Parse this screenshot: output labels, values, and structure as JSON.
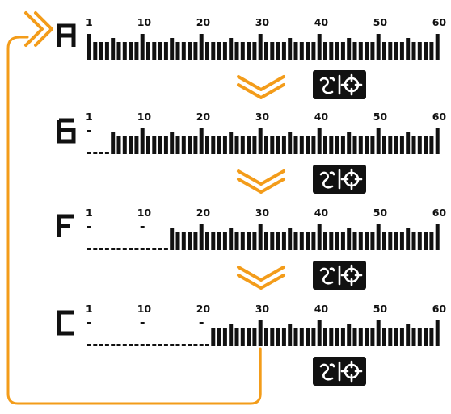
{
  "colors": {
    "accent": "#f39c1a",
    "segment": "#111111",
    "badge_background": "#111111",
    "badge_glyph": "#ffffff"
  },
  "tick_labels": [
    "1",
    "10",
    "20",
    "30",
    "40",
    "50",
    "60"
  ],
  "panels": [
    {
      "mode_letter": "A",
      "segments_shown_from": 1,
      "badge_icon": "dial-switch-icon"
    },
    {
      "mode_letter": "b",
      "segments_shown_from": 5,
      "badge_icon": "dial-switch-icon"
    },
    {
      "mode_letter": "F",
      "segments_shown_from": 15,
      "badge_icon": "dial-switch-icon"
    },
    {
      "mode_letter": "C",
      "segments_shown_from": 22,
      "badge_icon": "dial-switch-icon"
    }
  ],
  "icons": {
    "cycle_start": "double-chevron-right-icon",
    "step": "double-chevron-down-icon",
    "return_path": "loop-back-arrow-line"
  }
}
